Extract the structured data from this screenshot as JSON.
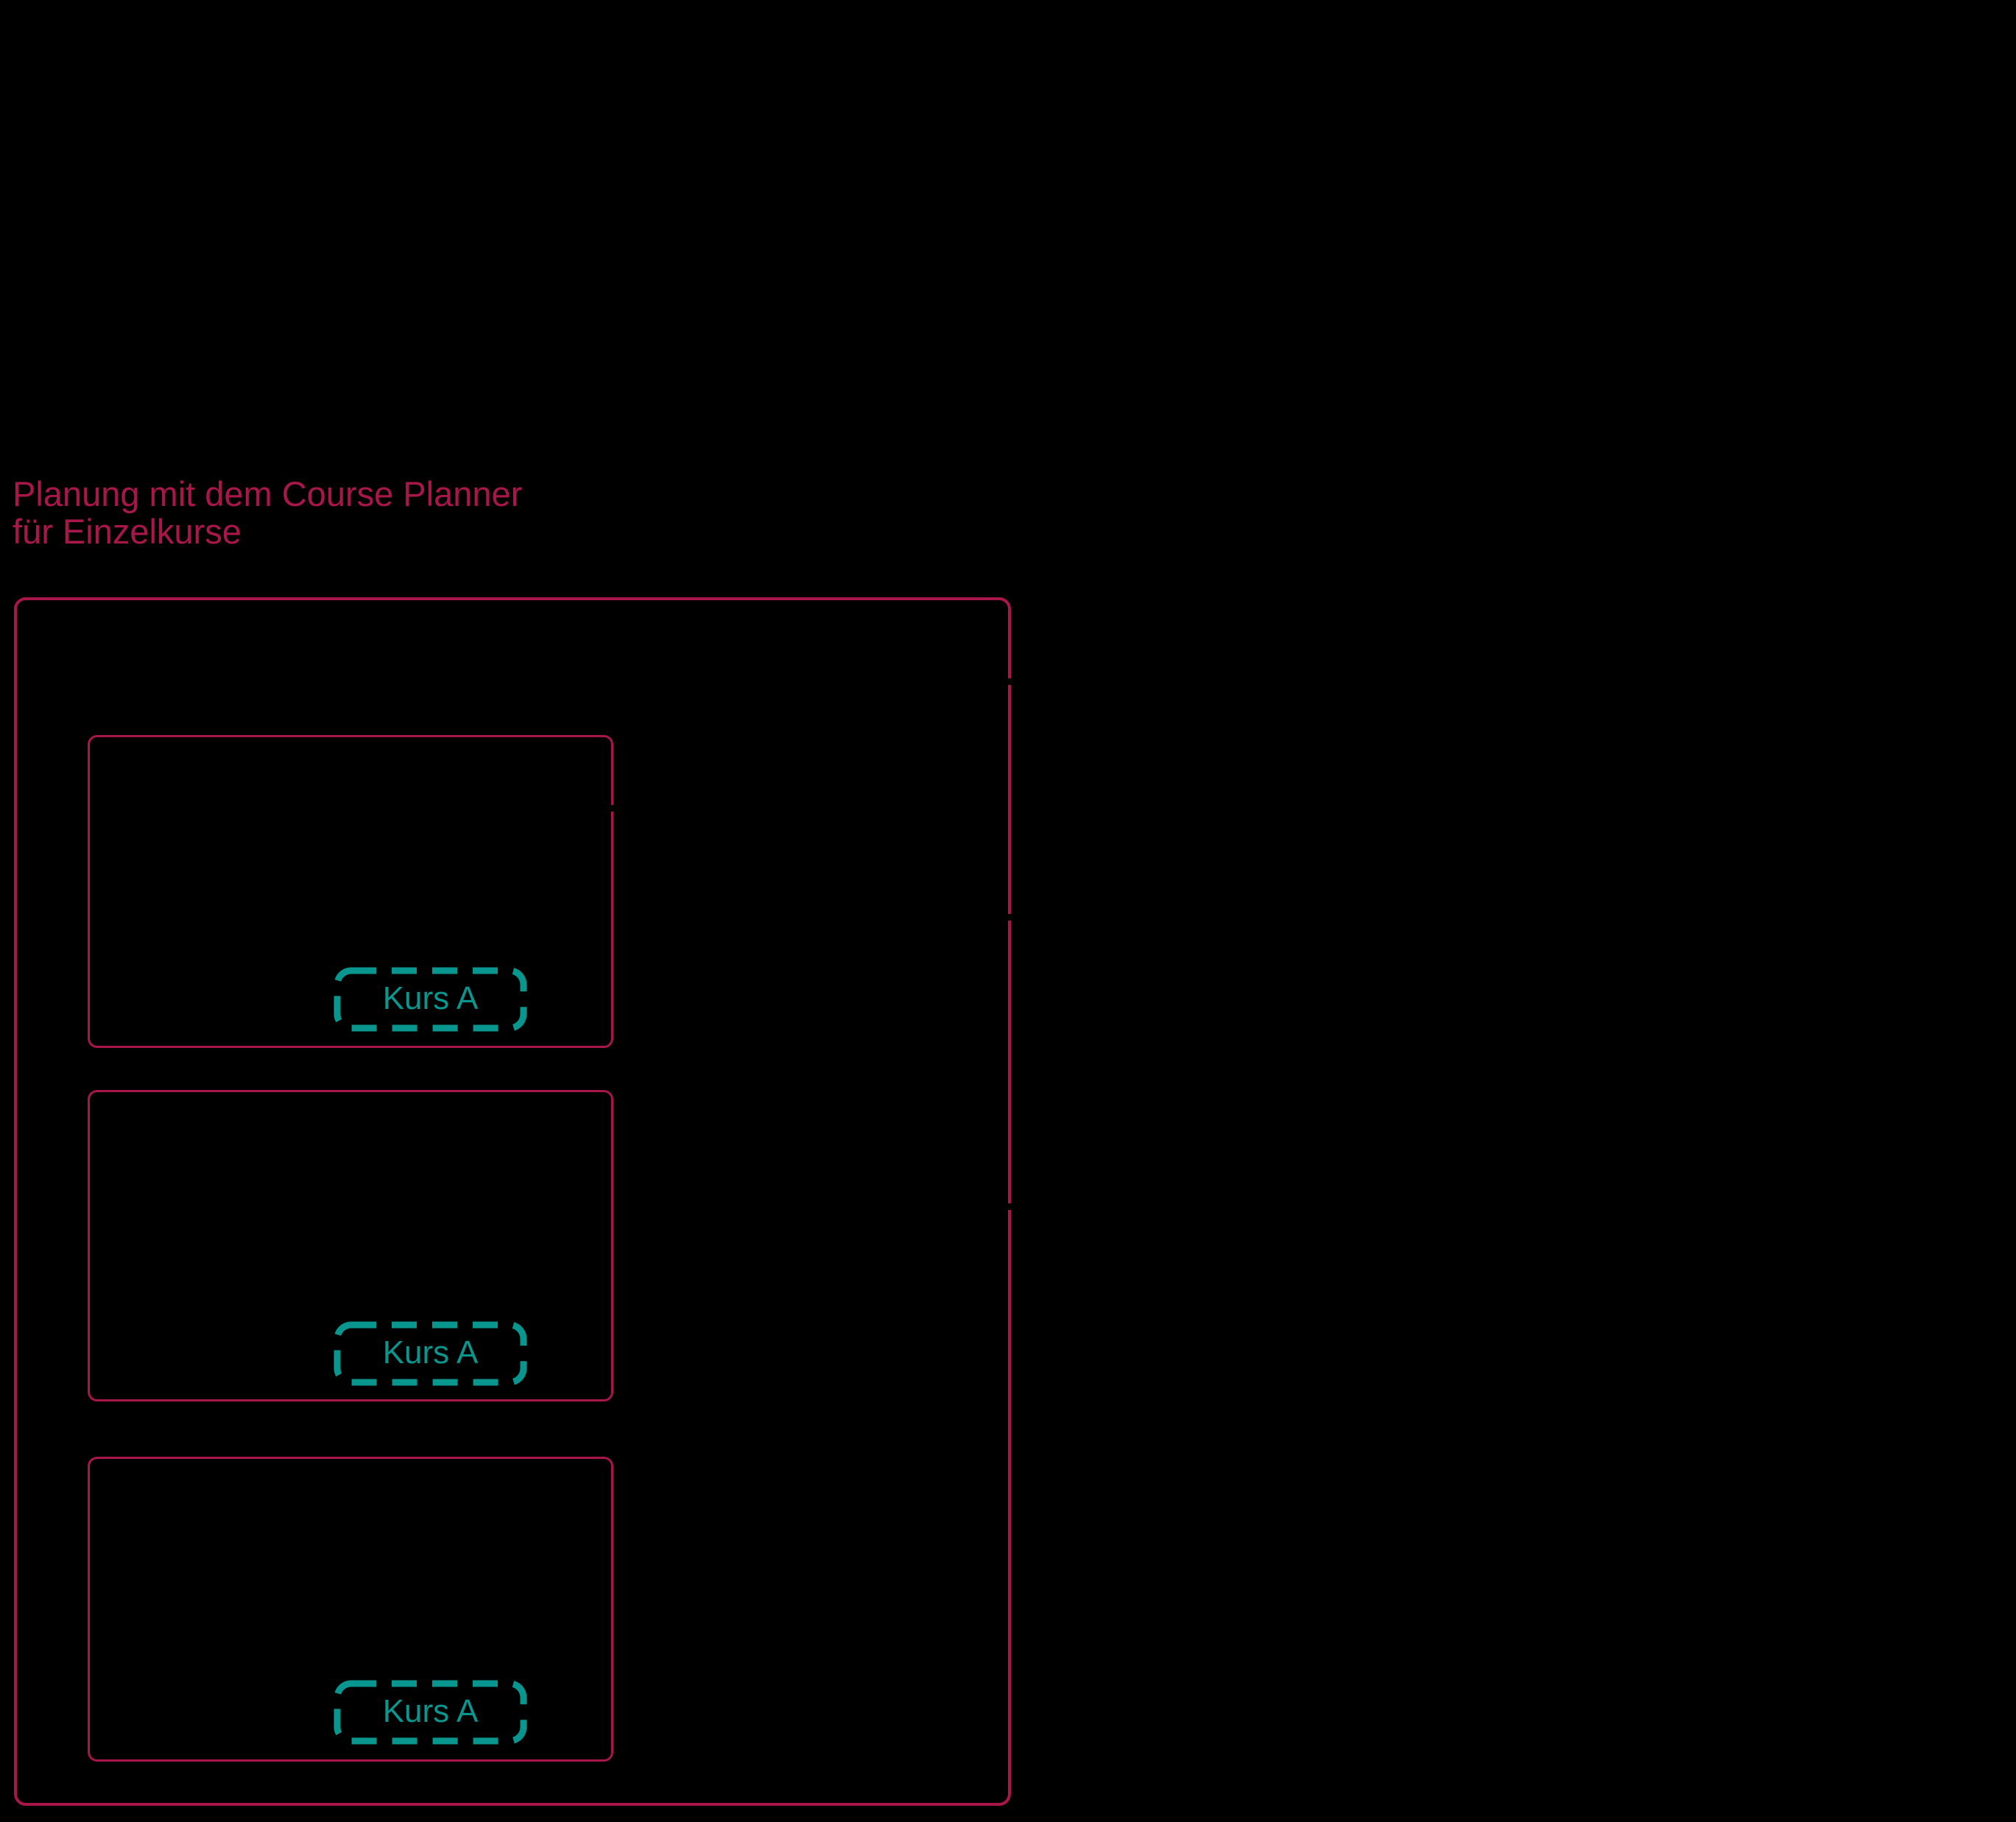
{
  "slide": {
    "title_line1": "Planung mit dem Course Planner",
    "title_line2": "für Einzelkurse",
    "colors": {
      "background": "#000000",
      "accent_crimson": "#A8164A",
      "accent_teal": "#08968E"
    },
    "planner": {
      "courses": [
        {
          "label": "Kurs A"
        },
        {
          "label": "Kurs A"
        },
        {
          "label": "Kurs A"
        }
      ]
    }
  }
}
